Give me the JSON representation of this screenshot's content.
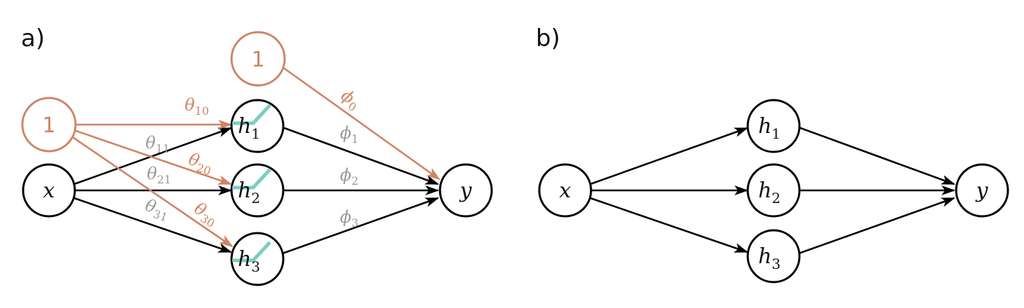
{
  "panel_a": {
    "label": "a)",
    "nodes": {
      "x": "x",
      "h1": {
        "base": "h",
        "sub": "1"
      },
      "h2": {
        "base": "h",
        "sub": "2"
      },
      "h3": {
        "base": "h",
        "sub": "3"
      },
      "y": "y",
      "bias_hidden": "1",
      "bias_output": "1"
    },
    "weights": {
      "theta10": {
        "base": "θ",
        "sub": "10"
      },
      "theta11": {
        "base": "θ",
        "sub": "11"
      },
      "theta20": {
        "base": "θ",
        "sub": "20"
      },
      "theta21": {
        "base": "θ",
        "sub": "21"
      },
      "theta30": {
        "base": "θ",
        "sub": "30"
      },
      "theta31": {
        "base": "θ",
        "sub": "31"
      },
      "phi0": {
        "base": "ϕ",
        "sub": "0"
      },
      "phi1": {
        "base": "ϕ",
        "sub": "1"
      },
      "phi2": {
        "base": "ϕ",
        "sub": "2"
      },
      "phi3": {
        "base": "ϕ",
        "sub": "3"
      }
    }
  },
  "panel_b": {
    "label": "b)",
    "nodes": {
      "x": "x",
      "h1": {
        "base": "h",
        "sub": "1"
      },
      "h2": {
        "base": "h",
        "sub": "2"
      },
      "h3": {
        "base": "h",
        "sub": "3"
      },
      "y": "y"
    }
  },
  "colors": {
    "bias": "#cf8563",
    "relu": "#7dccc2",
    "weight_label": "#999999",
    "edge": "#000000"
  }
}
